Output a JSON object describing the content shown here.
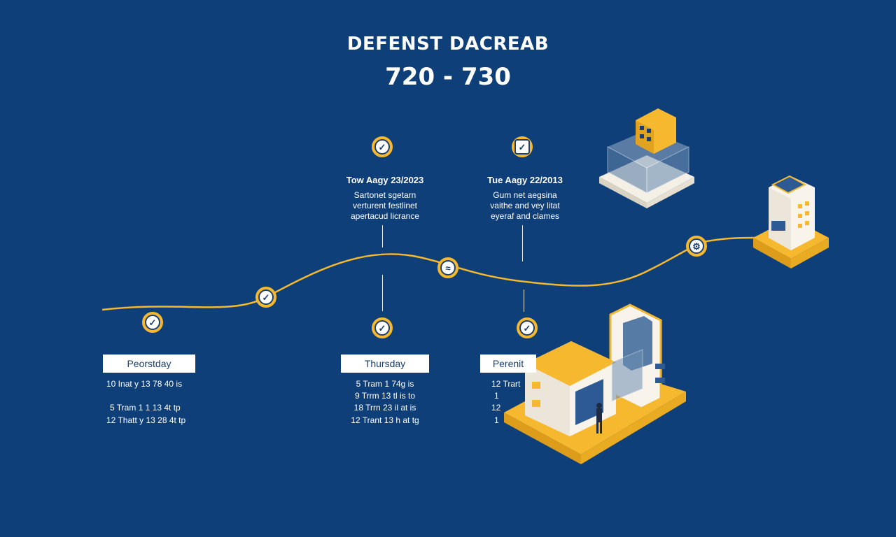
{
  "header": {
    "title": "DEFENST DACREAB",
    "subtitle": "720 - 730"
  },
  "top_events": [
    {
      "date": "Tow Aagy 23/2023",
      "desc": [
        "Sartonet sgetarn",
        "verturent festlinet",
        "apertacud licrance"
      ],
      "icon": "check-icon"
    },
    {
      "date": "Tue Aagy 22/2013",
      "desc": [
        "Gum net aegsina",
        "vaithe and vey litat",
        "eyeraf and clames"
      ],
      "icon": "check-icon"
    }
  ],
  "day_columns": [
    {
      "label": "Peorstday",
      "rows": [
        "10 Inat y 13 78 40 is",
        "5 Tram 1 1 13 4t tp",
        "12 Thatt y 13 28 4t tp"
      ]
    },
    {
      "label": "Thursday",
      "rows": [
        "5 Tram 1 74g is",
        "9 Trrm 13 tl is to",
        "18 Trrn 23 il at is",
        "12 Trant 13 h at tg"
      ]
    },
    {
      "label": "Perenit",
      "rows": [
        "12 Trart",
        "1",
        "12",
        "1"
      ]
    }
  ],
  "colors": {
    "background": "#0f3f78",
    "accent": "#f5b82e",
    "text": "#ffffff"
  }
}
